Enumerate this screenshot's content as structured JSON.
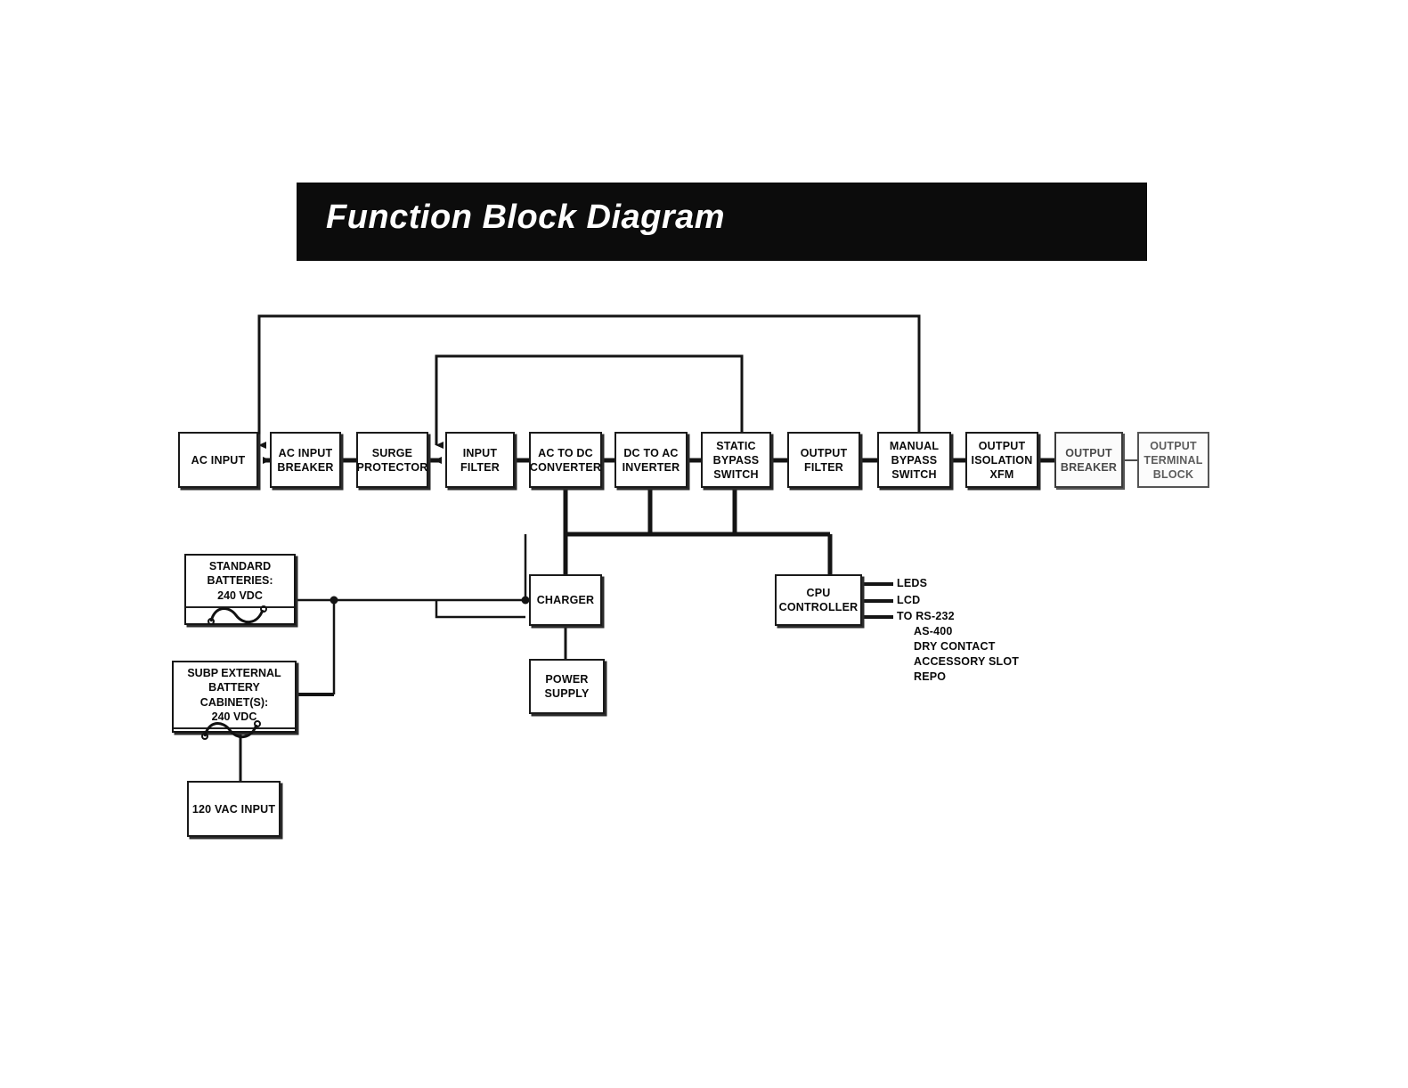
{
  "page": {
    "background_color": "#ffffff",
    "line_color": "#141414"
  },
  "banner": {
    "title": "Function Block Diagram",
    "background_color": "#0c0c0c",
    "text_color": "#ffffff"
  },
  "diagram": {
    "type": "block-diagram",
    "subject": "UPS power path function block diagram",
    "main_path_blocks": [
      {
        "id": "ac-input",
        "label": "AC INPUT"
      },
      {
        "id": "ac-input-breaker",
        "label": "AC INPUT\nBREAKER"
      },
      {
        "id": "surge-protector",
        "label": "SURGE\nPROTECTOR"
      },
      {
        "id": "input-filter",
        "label": "INPUT\nFILTER"
      },
      {
        "id": "ac-to-dc-converter",
        "label": "AC TO DC\nCONVERTER"
      },
      {
        "id": "dc-to-ac-inverter",
        "label": "DC TO AC\nINVERTER"
      },
      {
        "id": "static-bypass-switch",
        "label": "STATIC\nBYPASS\nSWITCH"
      },
      {
        "id": "output-filter",
        "label": "OUTPUT\nFILTER"
      },
      {
        "id": "manual-bypass-switch",
        "label": "MANUAL\nBYPASS\nSWITCH"
      },
      {
        "id": "output-isolation-xfm",
        "label": "OUTPUT\nISOLATION\nXFM"
      },
      {
        "id": "output-breaker",
        "label": "OUTPUT\nBREAKER"
      },
      {
        "id": "output-terminal-block",
        "label": "OUTPUT\nTERMINAL\nBLOCK"
      }
    ],
    "support_blocks": [
      {
        "id": "standard-batteries",
        "label": "STANDARD\nBATTERIES:\n240 VDC",
        "symbol": "battery-sine-symbol"
      },
      {
        "id": "subp-external-battery-cabinets",
        "label": "SUBP EXTERNAL\nBATTERY CABINET(S):\n240 VDC",
        "symbol": "battery-sine-symbol"
      },
      {
        "id": "vac-input",
        "label": "120 VAC INPUT"
      },
      {
        "id": "charger",
        "label": "CHARGER"
      },
      {
        "id": "power-supply",
        "label": "POWER\nSUPPLY"
      },
      {
        "id": "cpu-controller",
        "label": "CPU\nCONTROLLER"
      }
    ],
    "cpu_outputs": {
      "wired": [
        "LEDS",
        "LCD",
        "TO RS-232"
      ],
      "listed": [
        "AS-400",
        "DRY CONTACT",
        "ACCESSORY SLOT",
        "REPO"
      ]
    },
    "connections": [
      "AC INPUT <- AC INPUT BREAKER (bypass feed arrow)",
      "AC INPUT BREAKER -> SURGE PROTECTOR",
      "SURGE PROTECTOR -> INPUT FILTER",
      "INPUT FILTER -> AC TO DC CONVERTER",
      "AC TO DC CONVERTER -> DC TO AC INVERTER",
      "DC TO AC INVERTER -> STATIC BYPASS SWITCH",
      "STATIC BYPASS SWITCH -> OUTPUT FILTER",
      "OUTPUT FILTER -> MANUAL BYPASS SWITCH",
      "MANUAL BYPASS SWITCH -> OUTPUT ISOLATION XFM",
      "OUTPUT ISOLATION XFM -> OUTPUT BREAKER",
      "OUTPUT BREAKER -> OUTPUT TERMINAL BLOCK",
      "Maintenance bypass loop: AC INPUT tap -> MANUAL BYPASS SWITCH",
      "Static bypass loop: SURGE PROTECTOR tap -> STATIC BYPASS SWITCH",
      "AC TO DC CONVERTER / DC TO AC INVERTER / STATIC BYPASS SWITCH -> CPU CONTROLLER bus",
      "Control bus -> CHARGER",
      "CHARGER -> POWER SUPPLY",
      "STANDARD BATTERIES -> CHARGER / DC bus",
      "SUBP EXTERNAL BATTERY CABINET(S) -> DC bus",
      "SUBP EXTERNAL BATTERY CABINET(S) -> 120 VAC INPUT"
    ]
  }
}
